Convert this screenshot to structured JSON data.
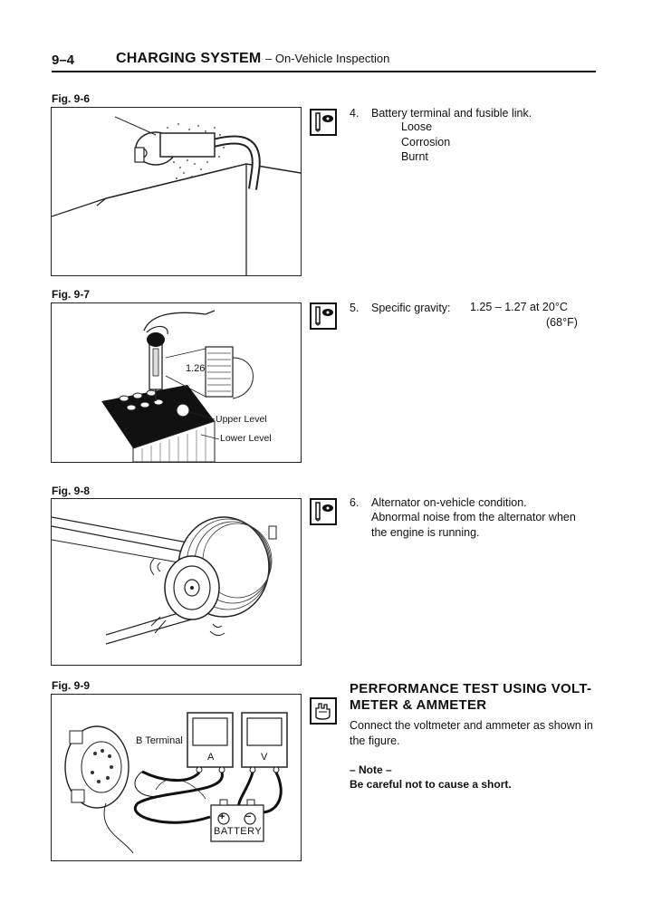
{
  "header": {
    "page_number": "9–4",
    "title": "CHARGING SYSTEM",
    "subtitle": "– On-Vehicle Inspection"
  },
  "figures": {
    "fig6": {
      "label": "Fig. 9-6"
    },
    "fig7": {
      "label": "Fig. 9-7",
      "reading": "1.26",
      "upper_level": "Upper Level",
      "lower_level": "Lower Level"
    },
    "fig8": {
      "label": "Fig. 9-8"
    },
    "fig9": {
      "label": "Fig. 9-9",
      "b_terminal": "B Terminal",
      "ammeter": "A",
      "voltmeter": "V",
      "plus": "+",
      "minus": "−",
      "battery": "BATTERY"
    }
  },
  "icons": {
    "inspection": "visual-inspection-icon",
    "test": "hand-test-icon"
  },
  "items": {
    "item4": {
      "number": "4.",
      "text": "Battery terminal and fusible link.",
      "sub": [
        "Loose",
        "Corrosion",
        "Burnt"
      ]
    },
    "item5": {
      "number": "5.",
      "label": "Specific gravity:",
      "value": "1.25 – 1.27 at 20°C",
      "value2": "(68°F)"
    },
    "item6": {
      "number": "6.",
      "line1": "Alternator on-vehicle condition.",
      "line2": "Abnormal noise from the alternator when",
      "line3": "the engine is running."
    }
  },
  "performance": {
    "title_line1": "PERFORMANCE TEST USING VOLT-",
    "title_line2": "METER & AMMETER",
    "body_line1": "Connect the voltmeter and ammeter as shown in",
    "body_line2": "the figure.",
    "note_title": "– Note –",
    "note_text": "Be careful not to cause a short."
  }
}
